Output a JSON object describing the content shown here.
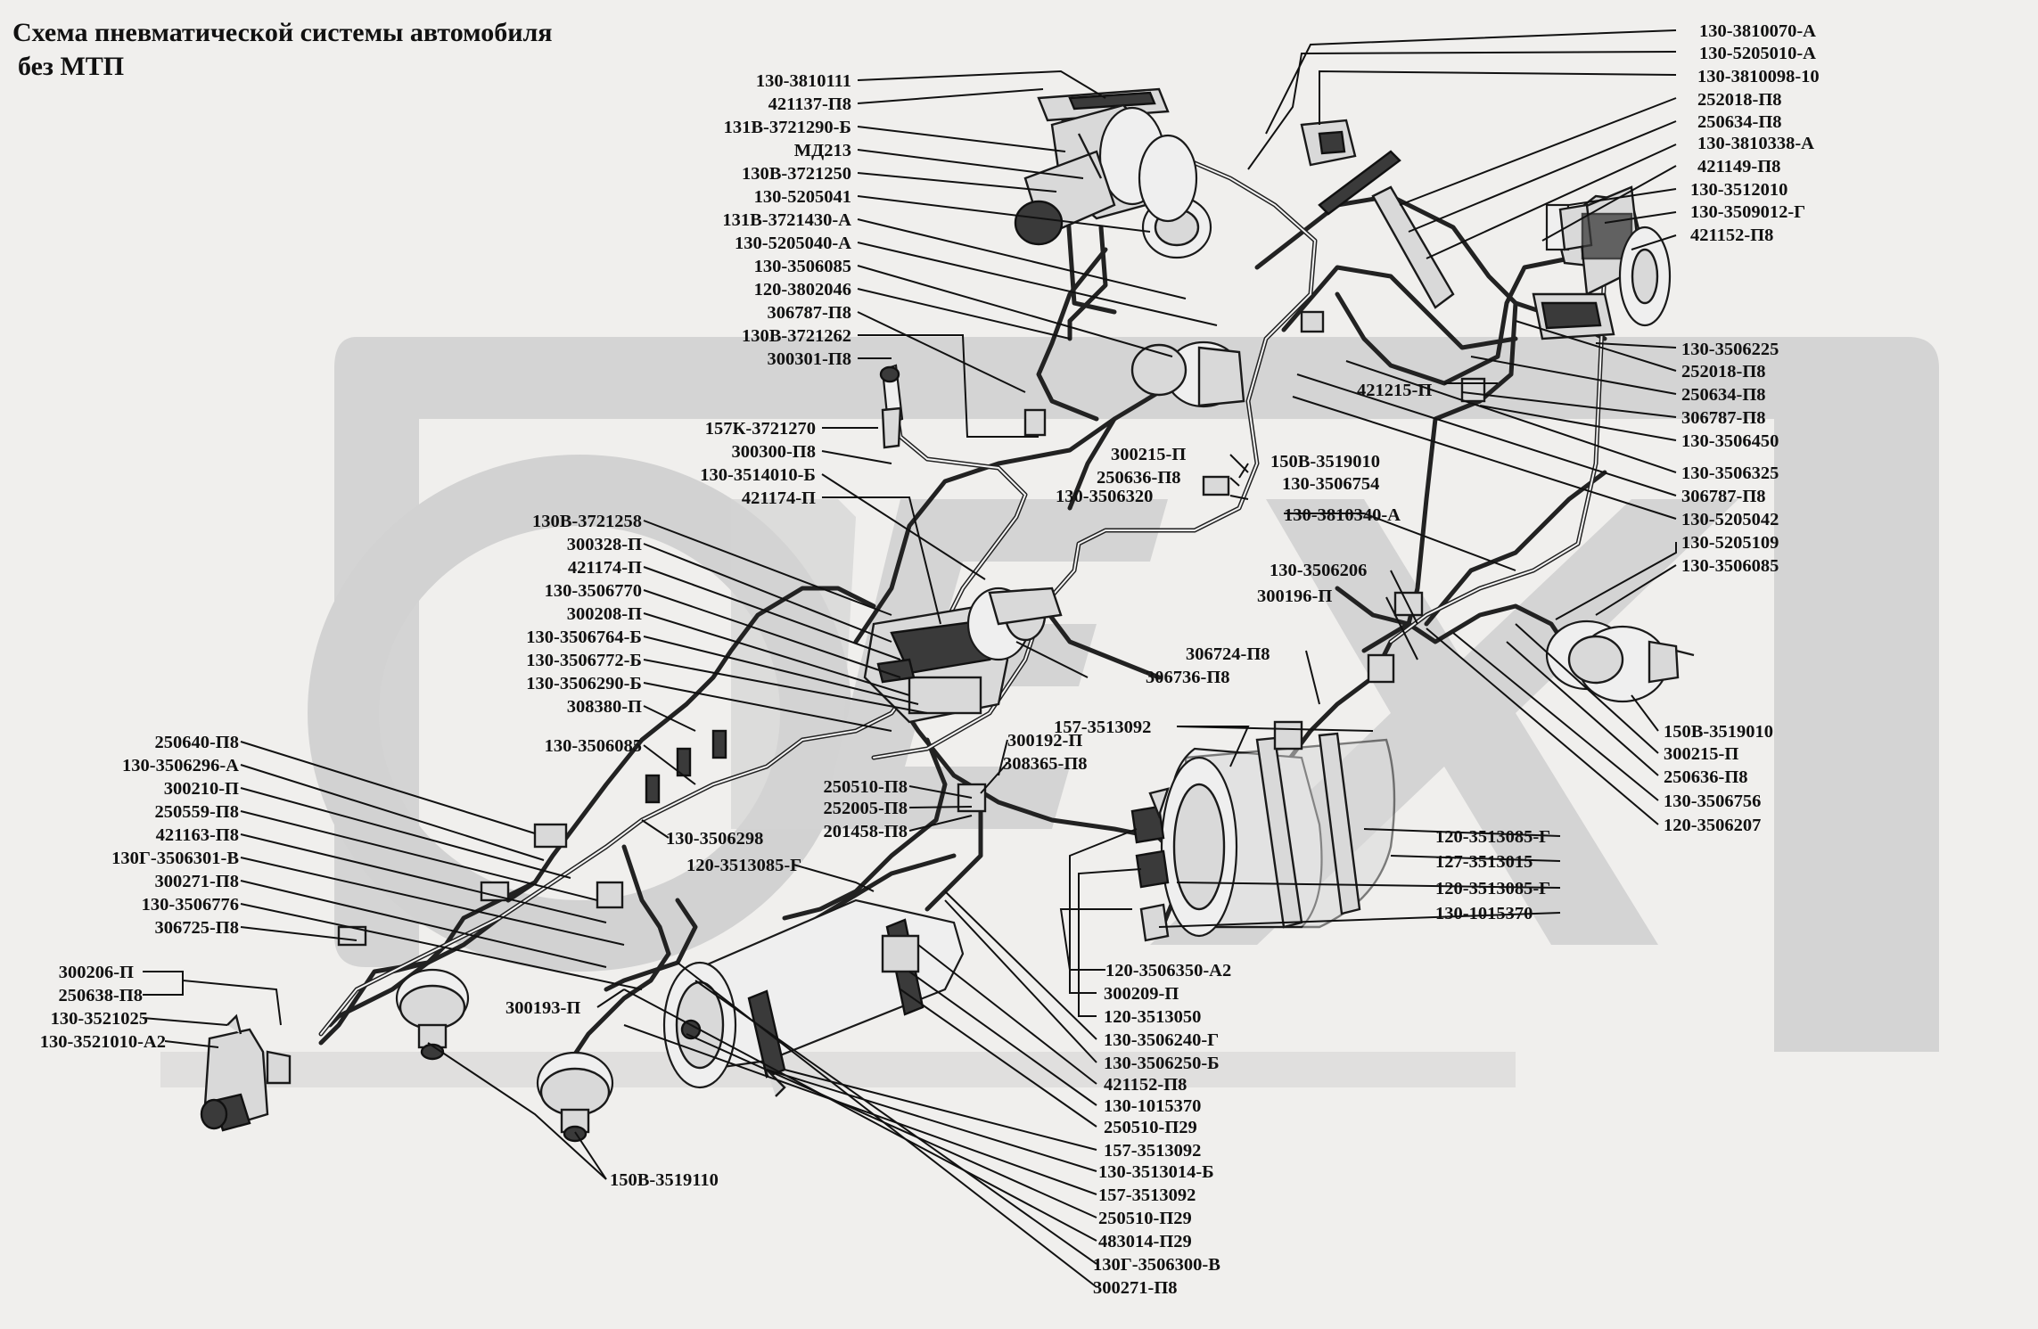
{
  "title": {
    "line1": "Схема пневматической системы автомобиля",
    "line2": "без МТП"
  },
  "labels_left": [
    "130-3810111",
    "421137-П8",
    "131В-3721290-Б",
    "МД213",
    "130В-3721250",
    "130-5205041",
    "131В-3721430-А",
    "130-5205040-А",
    "130-3506085",
    "120-3802046",
    "306787-П8",
    "130В-3721262",
    "300301-П8",
    "157К-3721270",
    "300300-П8",
    "130-3514010-Б",
    "421174-П",
    "130В-3721258",
    "300328-П",
    "421174-П",
    "130-3506770",
    "300208-П",
    "130-3506764-Б",
    "130-3506772-Б",
    "130-3506290-Б",
    "308380-П",
    "130-3506085",
    "250640-П8",
    "130-3506296-А",
    "300210-П",
    "250559-П8",
    "421163-П8",
    "130Г-3506301-В",
    "300271-П8",
    "130-3506776",
    "306725-П8",
    "300206-П",
    "250638-П8",
    "130-3521025",
    "130-3521010-А2"
  ],
  "labels_right": [
    "130-3810070-А",
    "130-5205010-А",
    "130-3810098-10",
    "252018-П8",
    "250634-П8",
    "130-3810338-А",
    "421149-П8",
    "130-3512010",
    "130-3509012-Г",
    "421152-П8",
    "130-3506225",
    "252018-П8",
    "250634-П8",
    "306787-П8",
    "130-3506450",
    "130-3506325",
    "306787-П8",
    "130-5205042",
    "130-5205109",
    "130-3506085",
    "150В-3519010",
    "300215-П",
    "250636-П8",
    "130-3506756",
    "120-3506207"
  ],
  "labels_center": [
    "421215-П",
    "300215-П",
    "150В-3519010",
    "250636-П8",
    "130-3506754",
    "130-3506320",
    "130-3810340-А",
    "130-3506206",
    "300196-П",
    "306724-П8",
    "306736-П8",
    "157-3513092",
    "300192-П",
    "308365-П8",
    "250510-П8",
    "252005-П8",
    "201458-П8",
    "130-3506298",
    "120-3513085-Г",
    "300193-П",
    "150В-3519110"
  ],
  "labels_bottom_right": [
    "120-3513085-Г",
    "127-3513015",
    "120-3513085-Г",
    "130-1015370",
    "120-3506350-А2",
    "300209-П",
    "120-3513050",
    "130-3506240-Г",
    "130-3506250-Б",
    "421152-П8",
    "130-1015370",
    "250510-П29",
    "157-3513092",
    "130-3513014-Б",
    "157-3513092",
    "250510-П29",
    "483014-П29",
    "130Г-3506300-В",
    "300271-П8"
  ],
  "colors": {
    "background": "#f0efed",
    "watermark": "#cfcfcf",
    "ink": "#111111"
  }
}
